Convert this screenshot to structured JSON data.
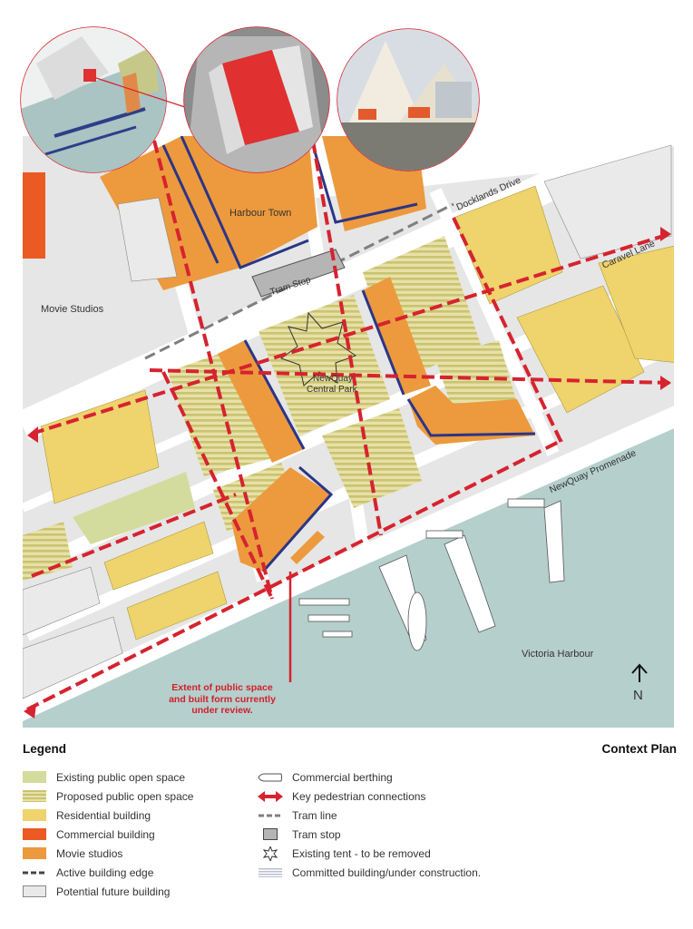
{
  "map_labels": {
    "harbour_town": "Harbour Town",
    "tram_stop": "Tram Stop",
    "movie_studios": "Movie Studios",
    "central_park_1": "NewQuay",
    "central_park_2": "Central Park",
    "docklands_drive": "Docklands Drive",
    "caravel_lane": "Caravel Lane",
    "newquay_promenade": "NewQuay Promenade",
    "victoria_harbour": "Victoria Harbour",
    "north": "N"
  },
  "review_note": {
    "line1": "Extent of public space",
    "line2": "and built form currently",
    "line3": "under review."
  },
  "legend": {
    "title": "Legend",
    "plan_title": "Context Plan",
    "left_items": [
      {
        "label": "Existing public open space",
        "symbol": "swatch-existing-open-space"
      },
      {
        "label": "Proposed public open space",
        "symbol": "swatch-proposed-open-space"
      },
      {
        "label": "Residential building",
        "symbol": "swatch-residential"
      },
      {
        "label": "Commercial building",
        "symbol": "swatch-commercial"
      },
      {
        "label": "Movie studios",
        "symbol": "swatch-movie-studios"
      },
      {
        "label": "Active building edge",
        "symbol": "dashed-line"
      },
      {
        "label": "Potential future building",
        "symbol": "swatch-future-building"
      }
    ],
    "right_items": [
      {
        "label": "Commercial berthing",
        "symbol": "boat-icon"
      },
      {
        "label": "Key pedestrian connections",
        "symbol": "double-arrow-icon"
      },
      {
        "label": "Tram line",
        "symbol": "tram-line"
      },
      {
        "label": "Tram stop",
        "symbol": "tram-stop-box"
      },
      {
        "label": "Existing tent - to be removed",
        "symbol": "tent-icon"
      },
      {
        "label": "Committed building/under construction.",
        "symbol": "hatch-lines"
      }
    ]
  },
  "colors": {
    "water": "#b5cfcd",
    "land": "#e6e6e6",
    "road": "#ffffff",
    "existing_open_space": "#d3dc9c",
    "residential": "#efd36c",
    "commercial": "#ec5a24",
    "movie_studios": "#ec9a3d",
    "future_building": "#e9e9e9",
    "pedestrian": "#d6232f",
    "active_edge": "#2b3587",
    "tram": "#7f7f7f"
  }
}
